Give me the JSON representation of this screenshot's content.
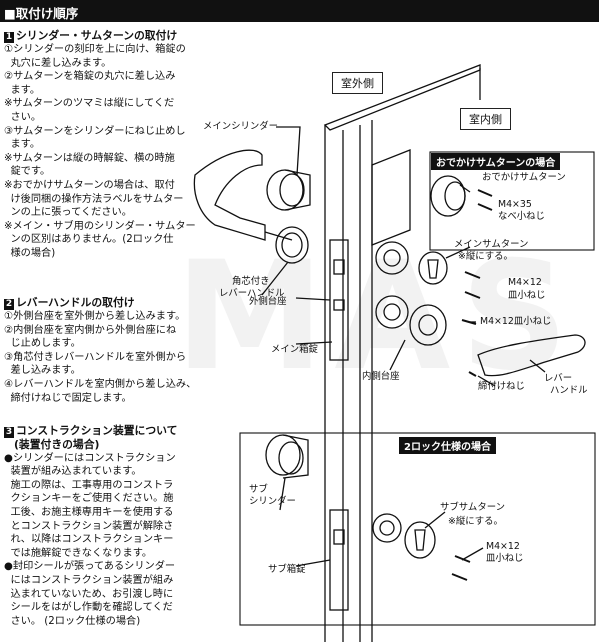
{
  "header": {
    "title": "■取付け順序"
  },
  "section1": {
    "num": "1",
    "title": "シリンダー・サムターンの取付け",
    "lines": [
      "①シリンダーの刻印を上に向け、箱錠の",
      "  丸穴に差し込みます。",
      "②サムターンを箱錠の丸穴に差し込み",
      "  ます。",
      "※サムターンのツマミは縦にしてくだ",
      "  さい。",
      "③サムターンをシリンダーにねじ止めし",
      "  ます。",
      "※サムターンは縦の時解錠、横の時施",
      "  錠です。",
      "※おでかけサムターンの場合は、取付",
      "  け後同梱の操作方法ラベルをサムター",
      "  ンの上に張ってください。",
      "※メイン・サブ用のシリンダー・サムター",
      "  ンの区別はありません。(2ロック仕",
      "  様の場合)"
    ]
  },
  "section2": {
    "num": "2",
    "title": "レバーハンドルの取付け",
    "lines": [
      "①外側台座を室外側から差し込みます。",
      "②内側台座を室内側から外側台座にね",
      "  じ止めします。",
      "③角芯付きレバーハンドルを室外側から",
      "  差し込みます。",
      "④レバーハンドルを室内側から差し込み、",
      "  締付けねじで固定します。"
    ]
  },
  "section3": {
    "num": "3",
    "title": "コンストラクション装置について",
    "subtitle": "(装置付きの場合)",
    "lines": [
      "●シリンダーにはコンストラクション",
      "  装置が組み込まれています。",
      "  施工の際は、工事専用のコンストラ",
      "  クションキーをご使用ください。施",
      "  工後、お施主様専用キーを使用する",
      "  とコンストラクション装置が解除さ",
      "  れ、以降はコンストラクションキー",
      "  では施解錠できなくなります。",
      "●封印シールが張ってあるシリンダー",
      "  にはコンストラクション装置が組み",
      "  込まれていないため、お引渡し時に",
      "  シールをはがし作動を確認してくだ",
      "  さい。 (2ロック仕様の場合)"
    ]
  },
  "diagram": {
    "outdoor": "室外側",
    "indoor": "室内側",
    "odekake_title": "おでかけサムターンの場合",
    "twolock_title": "2ロック仕様の場合",
    "labels": {
      "main_cylinder": "メインシリンダー",
      "odekake_thumbturn": "おでかけサムターン",
      "m4x35": "M4×35",
      "nabe_screw": "なべ小ねじ",
      "main_thumbturn": "メインサムターン",
      "vertical_note": "※縦にする。",
      "m4x12_a": "M4×12",
      "flat_screw_a": "皿小ねじ",
      "m4x12_flat": "M4×12皿小ねじ",
      "square_core_lever_1": "角芯付き",
      "square_core_lever_2": "レバーハンドル",
      "outer_base": "外側台座",
      "main_box_lock": "メイン箱錠",
      "inner_base": "内側台座",
      "fastening_screw": "締付けねじ",
      "lever_1": "レバー",
      "lever_2": "ハンドル",
      "sub_cylinder_1": "サブ",
      "sub_cylinder_2": "シリンダー",
      "sub_thumbturn": "サブサムターン",
      "vertical_note2": "※縦にする。",
      "m4x12_b": "M4×12",
      "flat_screw_b": "皿小ねじ",
      "sub_box_lock": "サブ箱錠"
    },
    "watermark": "MAS"
  }
}
